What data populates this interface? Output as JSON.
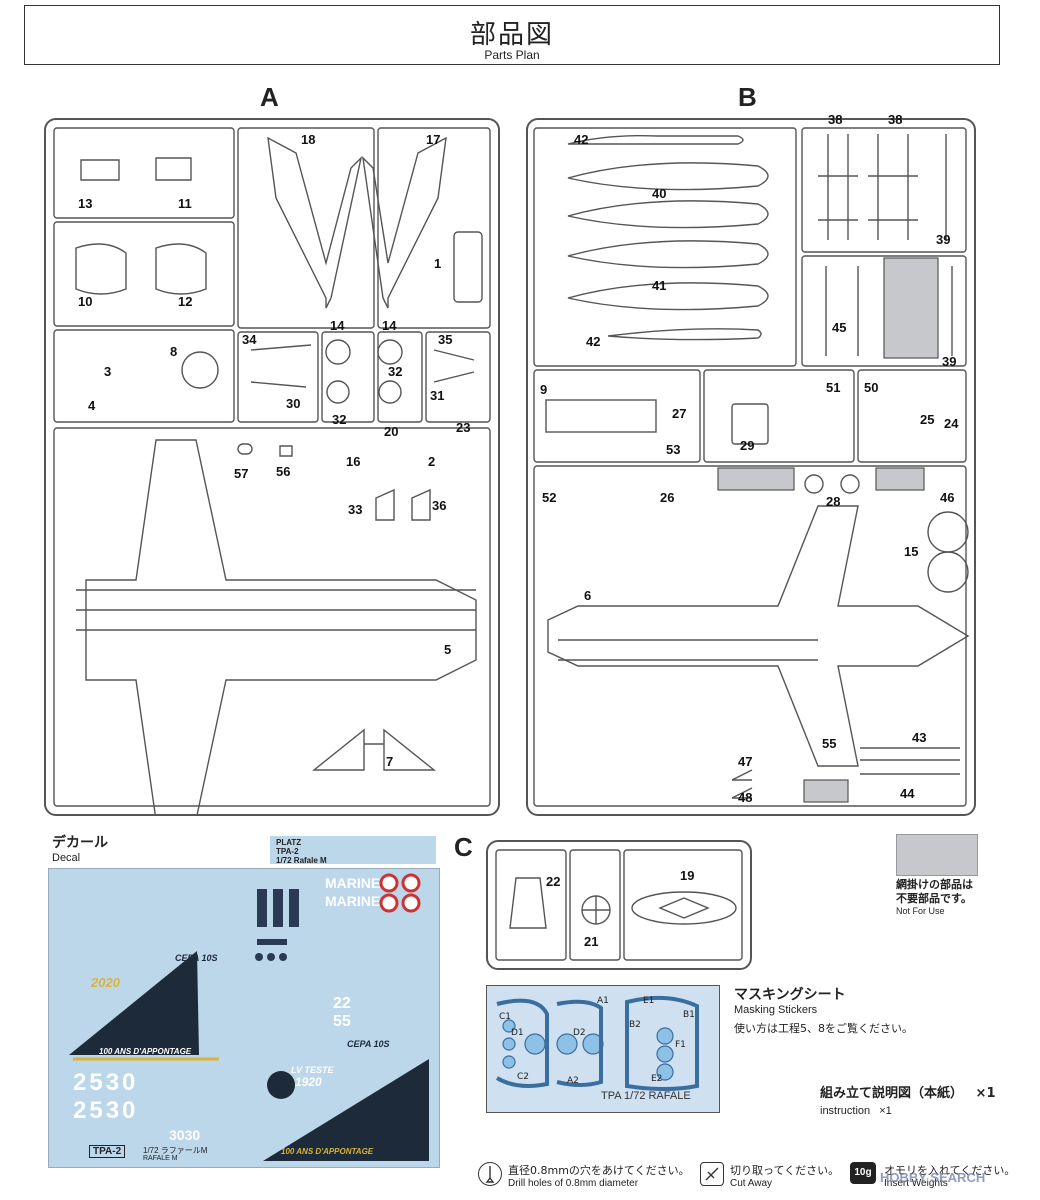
{
  "header": {
    "title_jp": "部品図",
    "title_en": "Parts Plan"
  },
  "sprues": {
    "a_label": "A",
    "b_label": "B",
    "c_label": "C",
    "a_parts": [
      "18",
      "17",
      "13",
      "11",
      "1",
      "10",
      "12",
      "14",
      "14",
      "8",
      "34",
      "35",
      "3",
      "32",
      "32",
      "4",
      "30",
      "31",
      "23",
      "20",
      "2",
      "16",
      "57",
      "56",
      "33",
      "36",
      "5",
      "7"
    ],
    "b_parts": [
      "38",
      "38",
      "42",
      "40",
      "39",
      "41",
      "45",
      "42",
      "39",
      "9",
      "51",
      "50",
      "27",
      "25",
      "24",
      "29",
      "53",
      "52",
      "26",
      "28",
      "46",
      "15",
      "6",
      "55",
      "43",
      "47",
      "48",
      "44"
    ],
    "c_parts": [
      "22",
      "19",
      "21"
    ]
  },
  "decal": {
    "title_jp": "デカール",
    "title_en": "Decal",
    "sheet_header": [
      "PLATZ",
      "TPA-2",
      "1/72 Rafale M"
    ],
    "marine": "MARINE",
    "year": "2020",
    "cepa": "CEPA 10S",
    "apportage": "100 ANS D'APPONTAGE",
    "lv_teste": "LV TESTE",
    "lv_year": "1920",
    "big_num": "2530",
    "small_num": "3030",
    "tpa": "TPA-2",
    "scale_name": "1/72 ラファールM",
    "rafale": "RAFALE M",
    "tail_55": "55",
    "tail_22": "22"
  },
  "legend": {
    "jp_line1": "網掛けの部品は",
    "jp_line2": "不要部品です。",
    "en": "Not For Use"
  },
  "masking": {
    "title_jp": "マスキングシート",
    "title_en": "Masking Stickers",
    "note_jp": "使い方は工程5、8をご覧ください。",
    "sheet_label": "TPA 1/72 RAFALE",
    "labels": [
      "C1",
      "D1",
      "A1",
      "D2",
      "C2",
      "A2",
      "B2",
      "E1",
      "B1",
      "F1",
      "E2"
    ]
  },
  "instruction": {
    "jp": "組み立て説明図（本紙）",
    "mult1": "×1",
    "en": "instruction",
    "mult2": "×1"
  },
  "footer": {
    "drill_jp": "直径0.8mmの穴をあけてください。",
    "drill_en": "Drill holes of 0.8mm diameter",
    "cut_jp": "切り取ってください。",
    "cut_en": "Cut Away",
    "weight_icon": "10g",
    "weight_jp": "オモリを入れてください。",
    "weight_en": "Insert Weights",
    "watermark": "HOBBY SEARCH"
  },
  "colors": {
    "decal_bg": "#bcd7ea",
    "decal_dark": "#1d2a3a",
    "grey_part": "#c6c8cb"
  }
}
